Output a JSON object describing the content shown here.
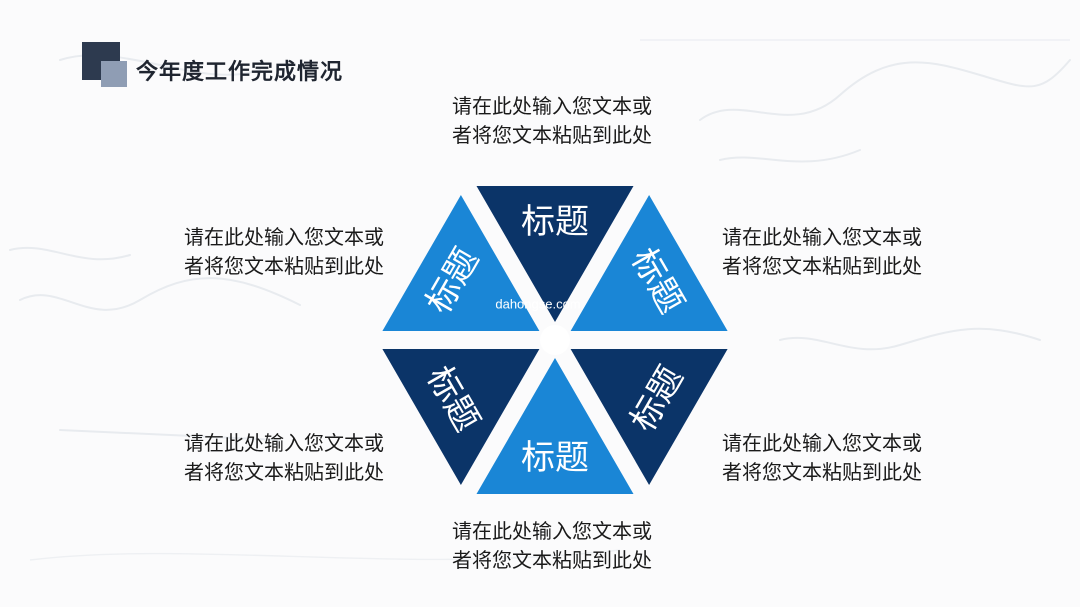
{
  "page": {
    "title": "今年度工作完成情况"
  },
  "wheel": {
    "watermark": "dahongse.com",
    "colors": {
      "dark": "#0b3468",
      "light": "#1a86d6",
      "hub": "#ffffff"
    },
    "segments": [
      {
        "id": "top",
        "label": "标题",
        "color": "#0b3468"
      },
      {
        "id": "upper-right",
        "label": "标题",
        "color": "#1a86d6"
      },
      {
        "id": "lower-right",
        "label": "标题",
        "color": "#0b3468"
      },
      {
        "id": "bottom",
        "label": "标题",
        "color": "#1a86d6"
      },
      {
        "id": "lower-left",
        "label": "标题",
        "color": "#0b3468"
      },
      {
        "id": "upper-left",
        "label": "标题",
        "color": "#1a86d6"
      }
    ]
  },
  "descriptions": {
    "top": {
      "line1": "请在此处输入您文本或",
      "line2": "者将您文本粘贴到此处"
    },
    "upper_right": {
      "line1": "请在此处输入您文本或",
      "line2": "者将您文本粘贴到此处"
    },
    "lower_right": {
      "line1": "请在此处输入您文本或",
      "line2": "者将您文本粘贴到此处"
    },
    "bottom": {
      "line1": "请在此处输入您文本或",
      "line2": "者将您文本粘贴到此处"
    },
    "lower_left": {
      "line1": "请在此处输入您文本或",
      "line2": "者将您文本粘贴到此处"
    },
    "upper_left": {
      "line1": "请在此处输入您文本或",
      "line2": "者将您文本粘贴到此处"
    }
  }
}
